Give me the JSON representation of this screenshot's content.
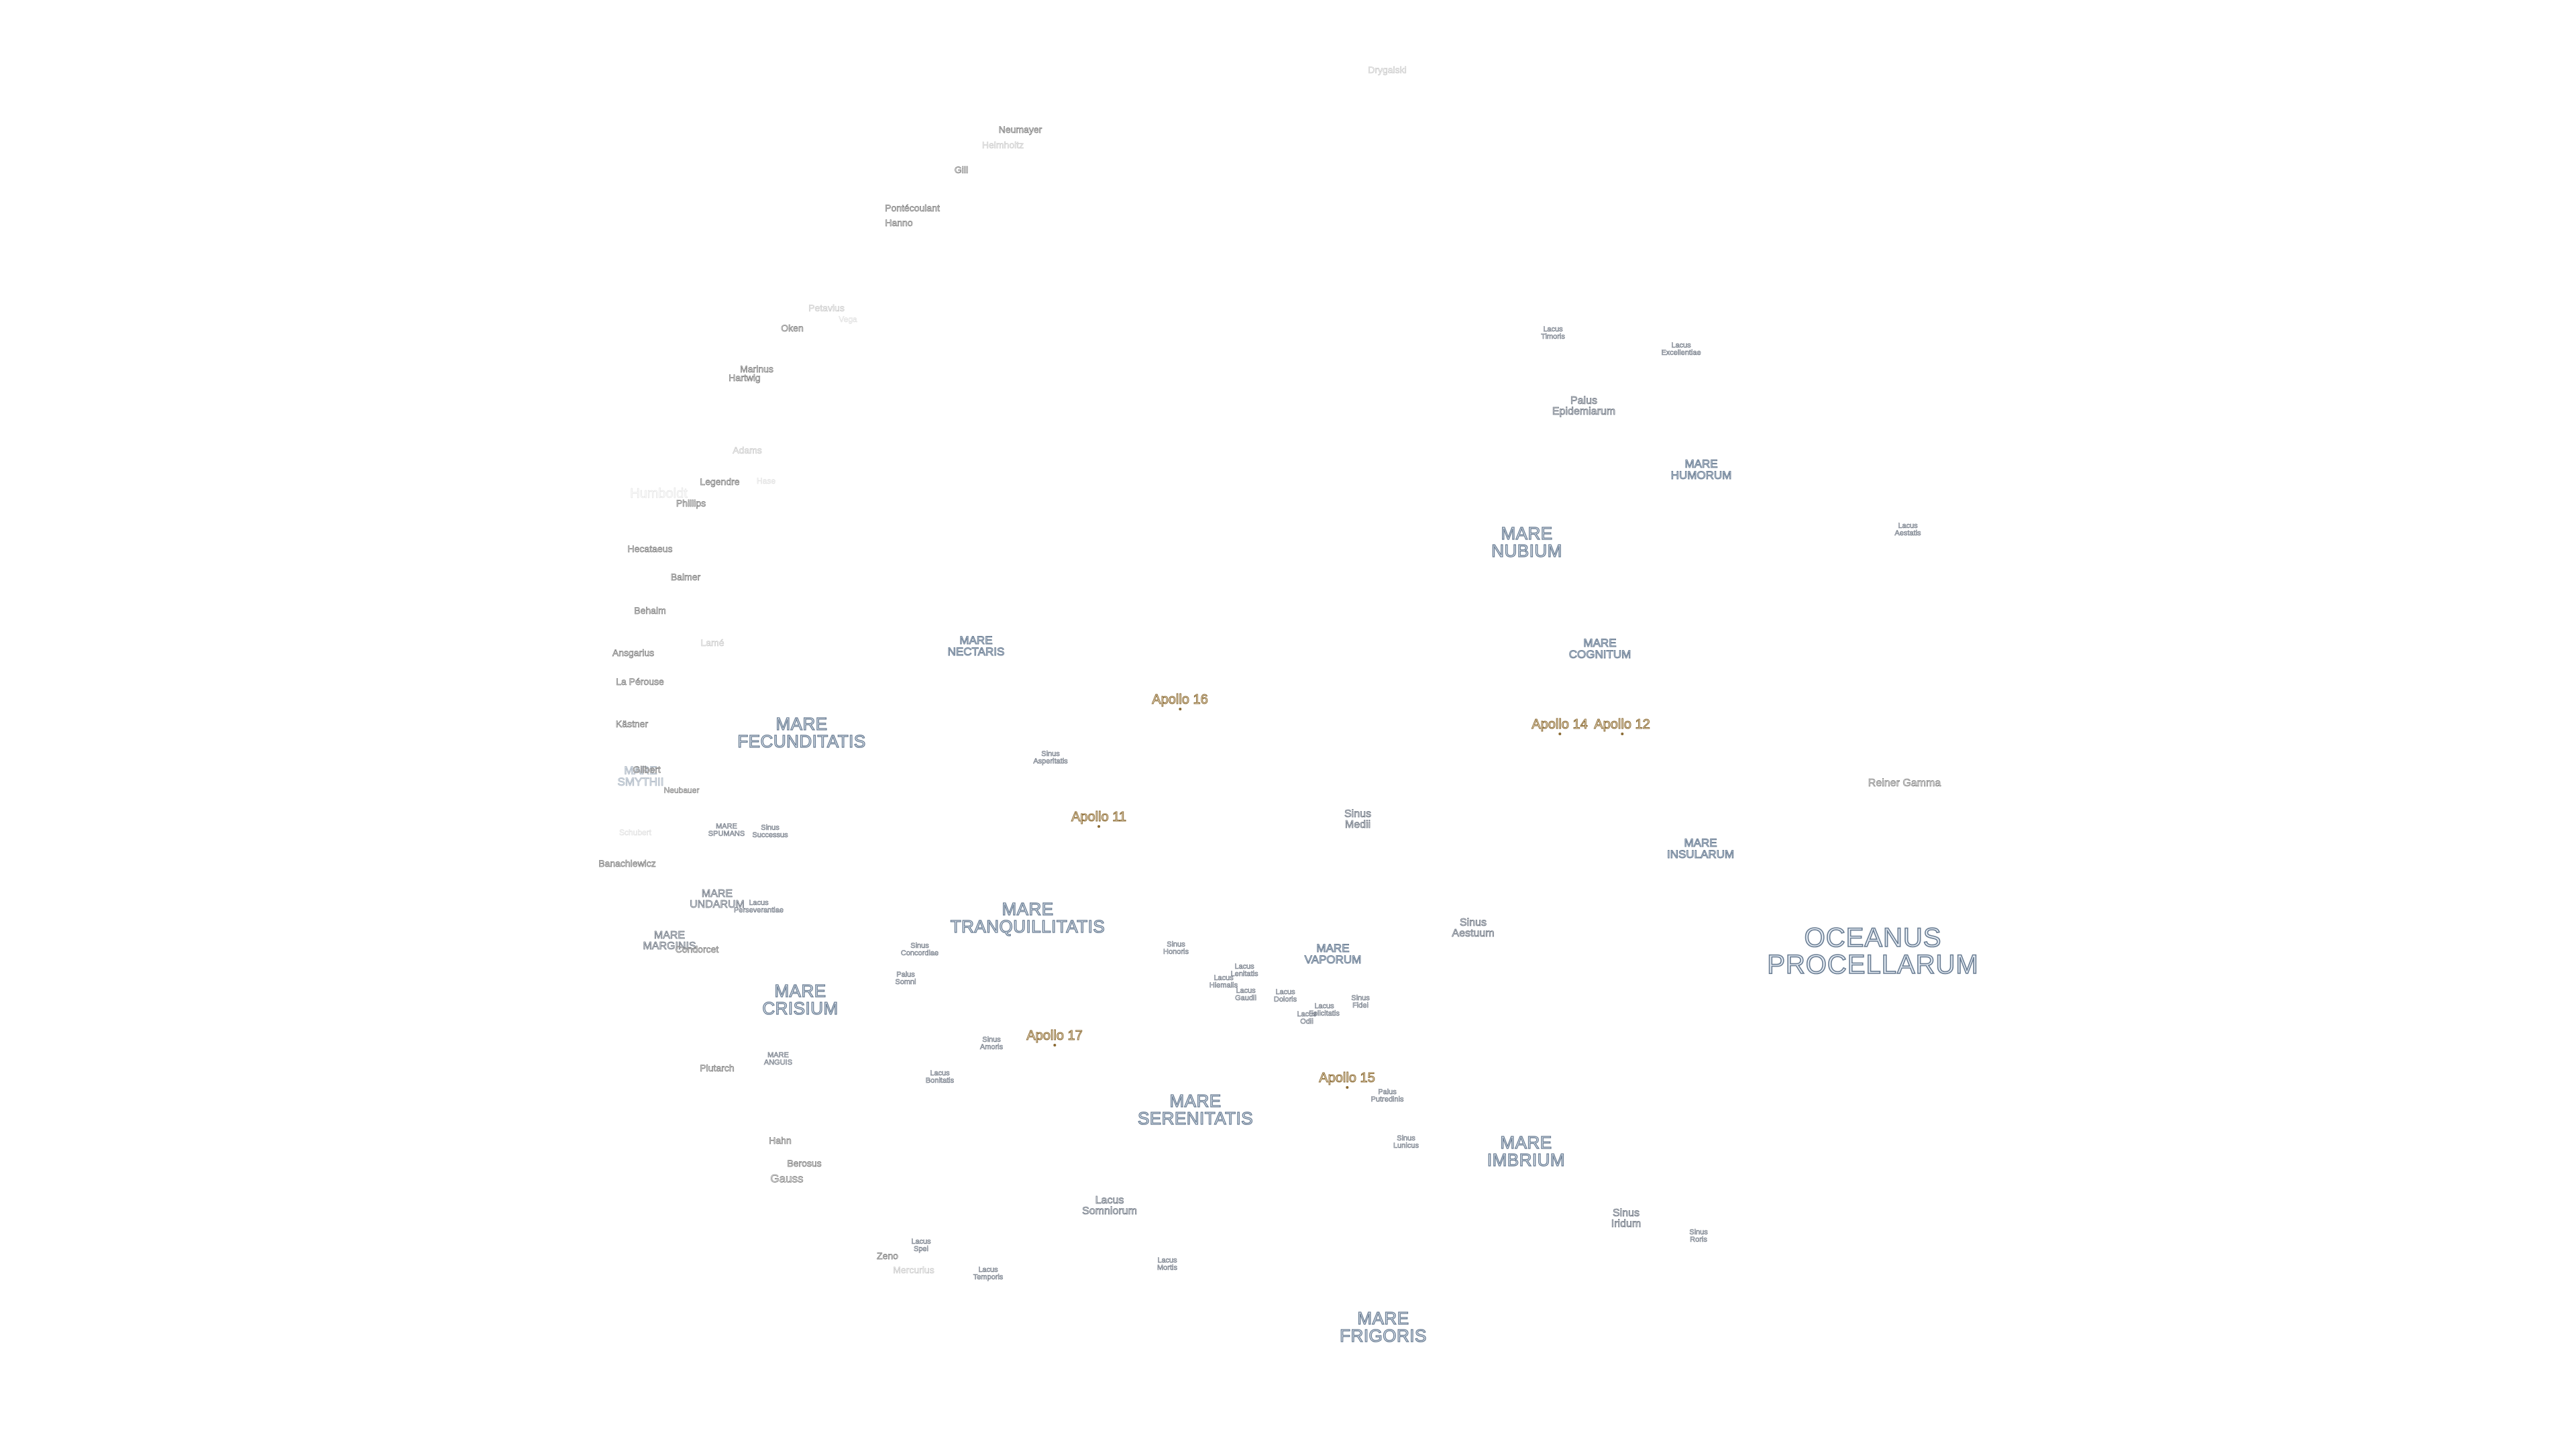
{
  "maria": [
    {
      "id": "mare-fecunditatis",
      "text": "MARE\nFECUNDITATIS"
    },
    {
      "id": "mare-nectaris",
      "text": "MARE\nNECTARIS"
    },
    {
      "id": "mare-tranquillitatis",
      "text": "MARE\nTRANQUILLITATIS"
    },
    {
      "id": "mare-crisium",
      "text": "MARE\nCRISIUM"
    },
    {
      "id": "mare-serenitatis",
      "text": "MARE\nSERENITATIS"
    },
    {
      "id": "mare-vaporum",
      "text": "MARE\nVAPORUM"
    },
    {
      "id": "mare-nubium",
      "text": "MARE\nNUBIUM"
    },
    {
      "id": "mare-humorum",
      "text": "MARE\nHUMORUM"
    },
    {
      "id": "mare-cognitum",
      "text": "MARE\nCOGNITUM"
    },
    {
      "id": "mare-insularum",
      "text": "MARE\nINSULARUM"
    },
    {
      "id": "mare-imbrium",
      "text": "MARE\nIMBRIUM"
    },
    {
      "id": "mare-frigoris",
      "text": "MARE\nFRIGORIS"
    },
    {
      "id": "mare-spumans",
      "text": "MARE\nSPUMANS"
    },
    {
      "id": "mare-undarum",
      "text": "MARE\nUNDARUM"
    },
    {
      "id": "mare-anguis",
      "text": "MARE\nANGUIS"
    },
    {
      "id": "mare-marginis",
      "text": "MARE\nMARGINIS"
    },
    {
      "id": "mare-smythii",
      "text": "MARE\nSMYTHII"
    },
    {
      "id": "oceanus-procellarum",
      "text": "OCEANUS\nPROCELLARUM"
    }
  ],
  "lacus_sinus_palus": [
    {
      "id": "sinus-asperitatis",
      "text": "Sinus\nAsperitatis"
    },
    {
      "id": "sinus-medii",
      "text": "Sinus\nMedii"
    },
    {
      "id": "sinus-aestuum",
      "text": "Sinus\nAestuum"
    },
    {
      "id": "sinus-concordiae",
      "text": "Sinus\nConcordiae"
    },
    {
      "id": "palus-somni",
      "text": "Palus\nSomni"
    },
    {
      "id": "sinus-amoris",
      "text": "Sinus\nAmoris"
    },
    {
      "id": "lacus-bonitatis",
      "text": "Lacus\nBonitatis"
    },
    {
      "id": "sinus-successus",
      "text": "Sinus\nSuccessus"
    },
    {
      "id": "lacus-perseverantiae",
      "text": "Lacus\nPerseverantiae"
    },
    {
      "id": "sinus-honoris",
      "text": "Sinus\nHonoris"
    },
    {
      "id": "lacus-lenitatis",
      "text": "Lacus\nLenitatis"
    },
    {
      "id": "lacus-hiemalis",
      "text": "Lacus\nHiemalis"
    },
    {
      "id": "lacus-gaudii",
      "text": "Lacus\nGaudii"
    },
    {
      "id": "lacus-doloris",
      "text": "Lacus\nDoloris"
    },
    {
      "id": "lacus-felicitatis",
      "text": "Lacus\nFelicitatis"
    },
    {
      "id": "lacus-odii",
      "text": "Lacus\nOdii"
    },
    {
      "id": "sinus-fidei",
      "text": "Sinus\nFidei"
    },
    {
      "id": "palus-putredinis",
      "text": "Palus\nPutredinis"
    },
    {
      "id": "sinus-lunicus",
      "text": "Sinus\nLunicus"
    },
    {
      "id": "lacus-somniorum",
      "text": "Lacus\nSomniorum"
    },
    {
      "id": "lacus-spei",
      "text": "Lacus\nSpei"
    },
    {
      "id": "lacus-temporis",
      "text": "Lacus\nTemporis"
    },
    {
      "id": "lacus-mortis",
      "text": "Lacus\nMortis"
    },
    {
      "id": "sinus-iridum",
      "text": "Sinus\nIridum"
    },
    {
      "id": "sinus-roris",
      "text": "Sinus\nRoris"
    },
    {
      "id": "lacus-timoris",
      "text": "Lacus\nTimoris"
    },
    {
      "id": "lacus-excellentiae",
      "text": "Lacus\nExcellentiae"
    },
    {
      "id": "palus-epidemiarum",
      "text": "Palus\nEpidemiarum"
    },
    {
      "id": "lacus-aestatis",
      "text": "Lacus\nAestatis"
    }
  ],
  "craters": [
    {
      "id": "drygalski",
      "text": "Drygalski",
      "tone": "faint"
    },
    {
      "id": "neumayer",
      "text": "Neumayer",
      "tone": "normal"
    },
    {
      "id": "helmholtz",
      "text": "Helmholtz",
      "tone": "faint"
    },
    {
      "id": "gill",
      "text": "Gill",
      "tone": "normal"
    },
    {
      "id": "pontecoulant",
      "text": "Pontécoulant",
      "tone": "normal"
    },
    {
      "id": "hanno",
      "text": "Hanno",
      "tone": "normal"
    },
    {
      "id": "petavius",
      "text": "Petavius",
      "tone": "faint"
    },
    {
      "id": "vega",
      "text": "Vega",
      "tone": "vfaint"
    },
    {
      "id": "oken",
      "text": "Oken",
      "tone": "normal"
    },
    {
      "id": "marinus",
      "text": "Marinus",
      "tone": "normal"
    },
    {
      "id": "hartwig",
      "text": "Hartwig",
      "tone": "normal"
    },
    {
      "id": "adams",
      "text": "Adams",
      "tone": "faint"
    },
    {
      "id": "legendre",
      "text": "Legendre",
      "tone": "normal"
    },
    {
      "id": "humboldt",
      "text": "Humboldt",
      "tone": "vfaint"
    },
    {
      "id": "hase",
      "text": "Hase",
      "tone": "vfaint"
    },
    {
      "id": "phillips",
      "text": "Phillips",
      "tone": "normal"
    },
    {
      "id": "hecataeus",
      "text": "Hecataeus",
      "tone": "normal"
    },
    {
      "id": "balmer",
      "text": "Balmer",
      "tone": "normal"
    },
    {
      "id": "behaim",
      "text": "Behaim",
      "tone": "normal"
    },
    {
      "id": "lame",
      "text": "Lamé",
      "tone": "faint"
    },
    {
      "id": "ansgarius",
      "text": "Ansgarius",
      "tone": "normal"
    },
    {
      "id": "la-perouse",
      "text": "La Pérouse",
      "tone": "normal"
    },
    {
      "id": "kastner",
      "text": "Kästner",
      "tone": "normal"
    },
    {
      "id": "gilbert",
      "text": "Gilbert",
      "tone": "normal"
    },
    {
      "id": "neubauer",
      "text": "Neubauer",
      "tone": "normal"
    },
    {
      "id": "schubert",
      "text": "Schubert",
      "tone": "vfaint"
    },
    {
      "id": "banachiewicz",
      "text": "Banachiewicz",
      "tone": "normal"
    },
    {
      "id": "condorcet",
      "text": "Condorcet",
      "tone": "normal"
    },
    {
      "id": "plutarch",
      "text": "Plutarch",
      "tone": "normal"
    },
    {
      "id": "hahn",
      "text": "Hahn",
      "tone": "normal"
    },
    {
      "id": "berosus",
      "text": "Berosus",
      "tone": "normal"
    },
    {
      "id": "gauss",
      "text": "Gauss",
      "tone": "normal"
    },
    {
      "id": "zeno",
      "text": "Zeno",
      "tone": "normal"
    },
    {
      "id": "mercurius",
      "text": "Mercurius",
      "tone": "faint"
    },
    {
      "id": "reiner-gamma",
      "text": "Reiner Gamma",
      "tone": "normal"
    }
  ],
  "apollo_sites": [
    {
      "id": "apollo-16",
      "text": "Apollo 16"
    },
    {
      "id": "apollo-14",
      "text": "Apollo 14"
    },
    {
      "id": "apollo-12",
      "text": "Apollo 12"
    },
    {
      "id": "apollo-11",
      "text": "Apollo 11"
    },
    {
      "id": "apollo-17",
      "text": "Apollo 17"
    },
    {
      "id": "apollo-15",
      "text": "Apollo 15"
    }
  ]
}
